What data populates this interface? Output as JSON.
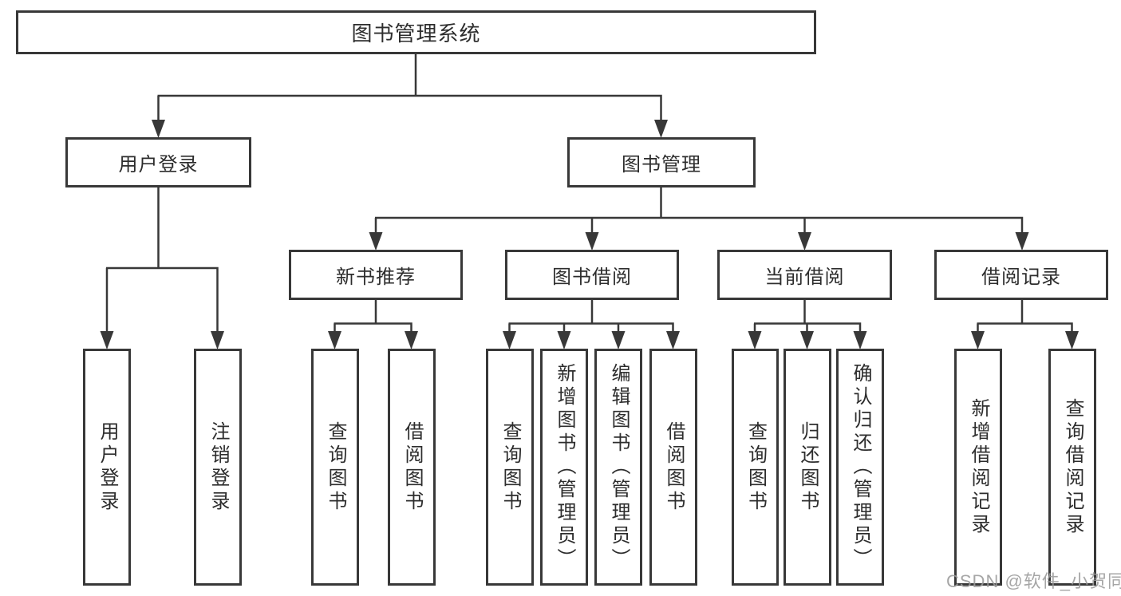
{
  "colors": {
    "background": "#ffffff",
    "line": "#383838",
    "box_border": "#383838",
    "text": "#2d2d2d",
    "watermark": "#9a9a9a"
  },
  "watermark": {
    "text": "CSDN @软件_小贺同学"
  },
  "diagram": {
    "root": {
      "label": "图书管理系统"
    },
    "level2": [
      {
        "label": "用户登录"
      },
      {
        "label": "图书管理"
      }
    ],
    "level3": [
      {
        "label": "新书推荐"
      },
      {
        "label": "图书借阅"
      },
      {
        "label": "当前借阅"
      },
      {
        "label": "借阅记录"
      }
    ],
    "leaves": [
      {
        "label": "用户登录"
      },
      {
        "label": "注销登录"
      },
      {
        "label": "查询图书"
      },
      {
        "label": "借阅图书"
      },
      {
        "label": "查询图书"
      },
      {
        "label": "新增图书（管理员）"
      },
      {
        "label": "编辑图书（管理员）"
      },
      {
        "label": "借阅图书"
      },
      {
        "label": "查询图书"
      },
      {
        "label": "归还图书"
      },
      {
        "label": "确认归还（管理员）"
      },
      {
        "label": "新增借阅记录"
      },
      {
        "label": "查询借阅记录"
      }
    ]
  }
}
